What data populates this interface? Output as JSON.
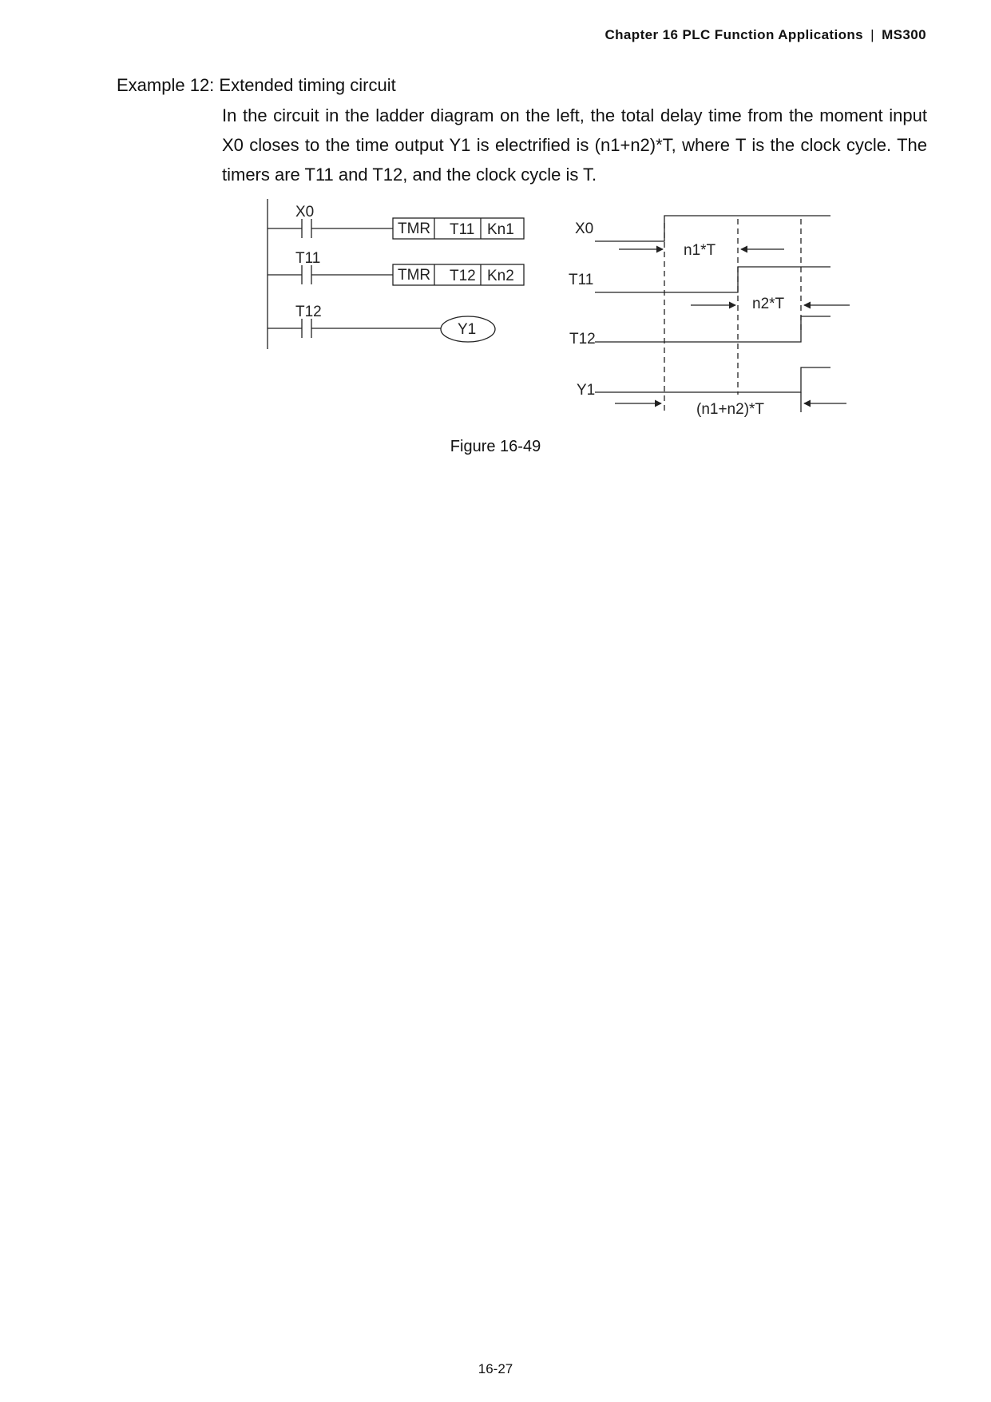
{
  "header": {
    "chapter": "Chapter 16 PLC Function Applications",
    "separator": "|",
    "model": "MS300"
  },
  "example_title": "Example 12: Extended timing circuit",
  "paragraph": "In the circuit in the ladder diagram on the left, the total delay time from the moment input X0 closes to the time output Y1 is electrified is (n1+n2)*T, where T is the clock cycle. The timers are T11 and T12, and the clock cycle is T.",
  "ladder": {
    "rungs": [
      {
        "contact": "X0",
        "instruction": "TMR",
        "timer": "T11",
        "constant": "Kn1"
      },
      {
        "contact": "T11",
        "instruction": "TMR",
        "timer": "T12",
        "constant": "Kn2"
      },
      {
        "contact": "T12",
        "coil": "Y1"
      }
    ]
  },
  "timing": {
    "signals": [
      "X0",
      "T11",
      "T12",
      "Y1"
    ],
    "interval_1": "n1*T",
    "interval_2": "n2*T",
    "total": "(n1+n2)*T"
  },
  "caption": "Figure 16-49",
  "page_number": "16-27"
}
